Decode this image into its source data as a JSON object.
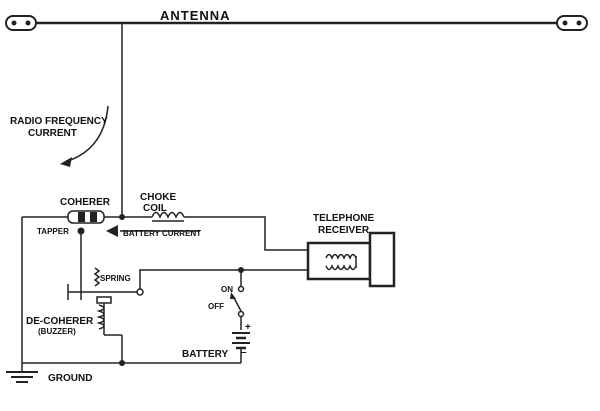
{
  "labels": {
    "antenna": "ANTENNA",
    "rf_line1": "RADIO FREQUENCY",
    "rf_line2": "CURRENT",
    "coherer": "COHERER",
    "tapper": "TAPPER",
    "choke_line1": "CHOKE",
    "choke_line2": "COIL",
    "battery_current": "BATTERY CURRENT",
    "telephone_line1": "TELEPHONE",
    "telephone_line2": "RECEIVER",
    "spring": "SPRING",
    "on": "ON",
    "off": "OFF",
    "decoherer_line1": "DE-COHERER",
    "decoherer_line2": "(BUZZER)",
    "battery": "BATTERY",
    "battery_plus": "+",
    "battery_minus": "–",
    "ground": "GROUND"
  }
}
